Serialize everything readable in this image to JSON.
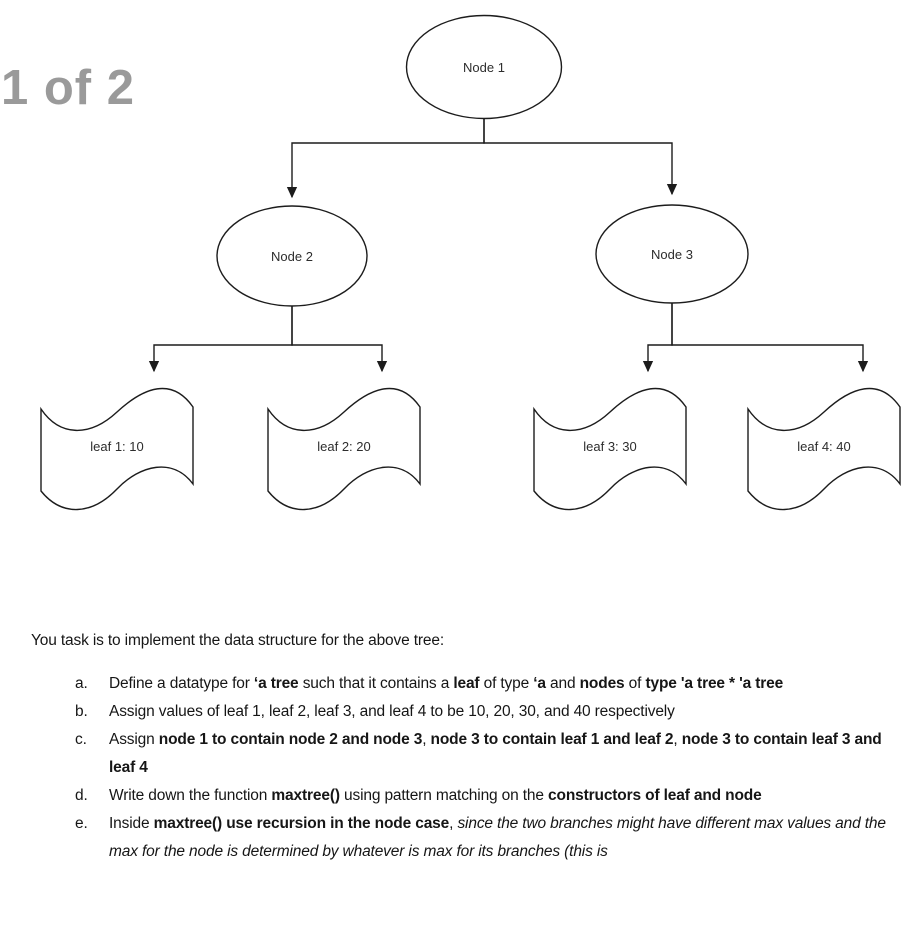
{
  "page": {
    "indicator": "1 of 2"
  },
  "colors": {
    "page_background": "#ffffff",
    "page_indicator_gray": "#9a9a9a",
    "diagram_stroke": "#1c1c1c",
    "body_text": "#161616"
  },
  "diagram": {
    "type": "tree",
    "nodes": [
      {
        "id": "node1",
        "label": "Node 1"
      },
      {
        "id": "node2",
        "label": "Node 2"
      },
      {
        "id": "node3",
        "label": "Node 3"
      }
    ],
    "leaves": [
      {
        "id": "leaf1",
        "label": "leaf 1: 10",
        "value": 10
      },
      {
        "id": "leaf2",
        "label": "leaf 2: 20",
        "value": 20
      },
      {
        "id": "leaf3",
        "label": "leaf 3: 30",
        "value": 30
      },
      {
        "id": "leaf4",
        "label": "leaf 4: 40",
        "value": 40
      }
    ],
    "edges": [
      "node1->node2",
      "node1->node3",
      "node2->leaf1",
      "node2->leaf2",
      "node3->leaf3",
      "node3->leaf4"
    ]
  },
  "task": {
    "intro": "You task is to implement the data structure for the above tree:",
    "items": [
      {
        "marker": "a.",
        "segments": [
          {
            "t": "Define a datatype for "
          },
          {
            "t": "‘a tree",
            "b": true
          },
          {
            "t": " such that it contains a "
          },
          {
            "t": "leaf",
            "b": true
          },
          {
            "t": " of type "
          },
          {
            "t": "‘a",
            "b": true
          },
          {
            "t": " and "
          },
          {
            "t": "nodes",
            "b": true
          },
          {
            "t": " of "
          },
          {
            "t": "type 'a tree * 'a tree",
            "b": true
          }
        ]
      },
      {
        "marker": "b.",
        "segments": [
          {
            "t": "Assign values of leaf 1, leaf 2, leaf 3, and leaf 4 to be 10, 20, 30, and 40 respectively"
          }
        ]
      },
      {
        "marker": "c.",
        "segments": [
          {
            "t": "Assign "
          },
          {
            "t": "node 1 to contain node 2 and node 3",
            "b": true
          },
          {
            "t": ", "
          },
          {
            "t": "node 3 to contain leaf 1 and leaf 2",
            "b": true
          },
          {
            "t": ", "
          },
          {
            "t": "node 3 to contain leaf 3 and leaf 4",
            "b": true
          }
        ]
      },
      {
        "marker": "d.",
        "segments": [
          {
            "t": "Write down the function "
          },
          {
            "t": "maxtree()",
            "b": true
          },
          {
            "t": " using pattern matching on the "
          },
          {
            "t": "constructors of leaf and node",
            "b": true
          }
        ]
      },
      {
        "marker": "e.",
        "segments": [
          {
            "t": "Inside "
          },
          {
            "t": "maxtree() use recursion in the node case",
            "b": true
          },
          {
            "t": ", "
          },
          {
            "t": "since the two branches might have different max values and the max for the node is determined by whatever is max for its branches (this is",
            "i": true
          }
        ]
      }
    ]
  }
}
